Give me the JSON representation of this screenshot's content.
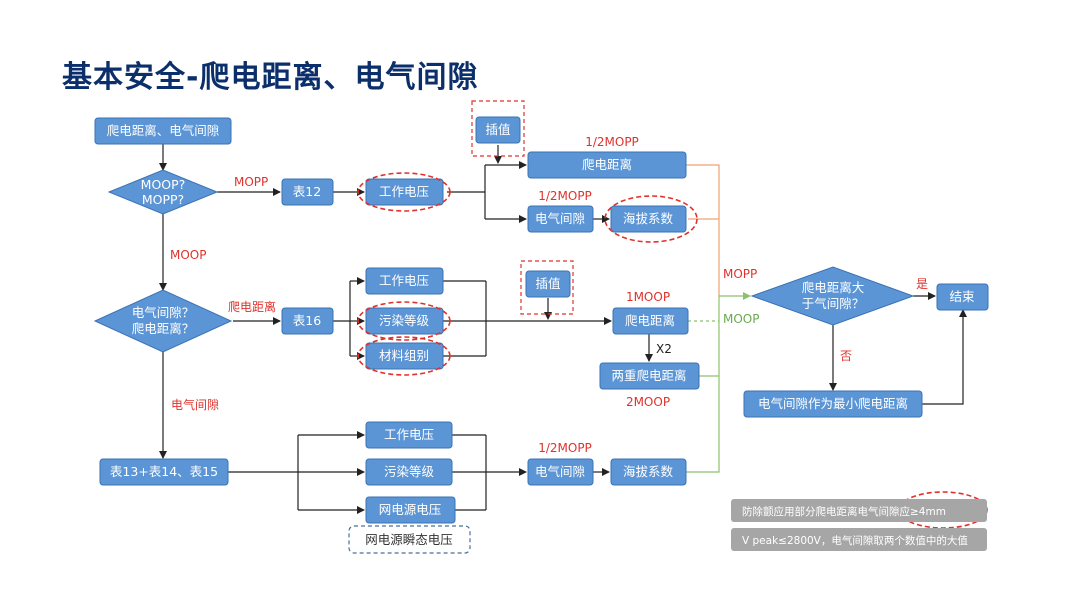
{
  "title": "基本安全-爬电距离、电气间隙",
  "nodes": {
    "start": "爬电距离、电气间隙",
    "d1": [
      "MOOP?",
      "MOPP?"
    ],
    "t12": "表12",
    "wv1": "工作电压",
    "interp1": "插值",
    "creep1": "爬电距离",
    "clear1": "电气间隙",
    "alt1": "海拔系数",
    "d2": [
      "电气间隙？",
      "爬电距离？"
    ],
    "t16": "表16",
    "wv2": "工作电压",
    "pol2": "污染等级",
    "mat2": "材料组别",
    "interp2": "插值",
    "creep2": "爬电距离",
    "dbl": "两重爬电距离",
    "t13": "表13+表14、表15",
    "wv3": "工作电压",
    "pol3": "污染等级",
    "mains3": "网电源电压",
    "trans3": "网电源瞬态电压",
    "clear3": "电气间隙",
    "alt3": "海拔系数",
    "d3": [
      "爬电距离大",
      "于气间隙？"
    ],
    "end": "结束",
    "minc": "电气间隙作为最小爬电距离"
  },
  "labels": {
    "mopp1": "MOPP",
    "moop_down": "MOOP",
    "creep_lbl": "爬电距离",
    "clear_lbl": "电气间隙",
    "half_mopp_a": "1/2MOPP",
    "half_mopp_b": "1/2MOPP",
    "one_moop": "1MOOP",
    "x2": "X2",
    "two_moop": "2MOOP",
    "half_mopp_c": "1/2MOPP",
    "mopp_right": "MOPP",
    "moop_right": "MOOP",
    "yes": "是",
    "no": "否"
  },
  "notes": [
    "防除颤应用部分爬电距离电气间隙应≥4mm",
    "V peak≤2800V，电气间隙取两个数值中的大值"
  ]
}
